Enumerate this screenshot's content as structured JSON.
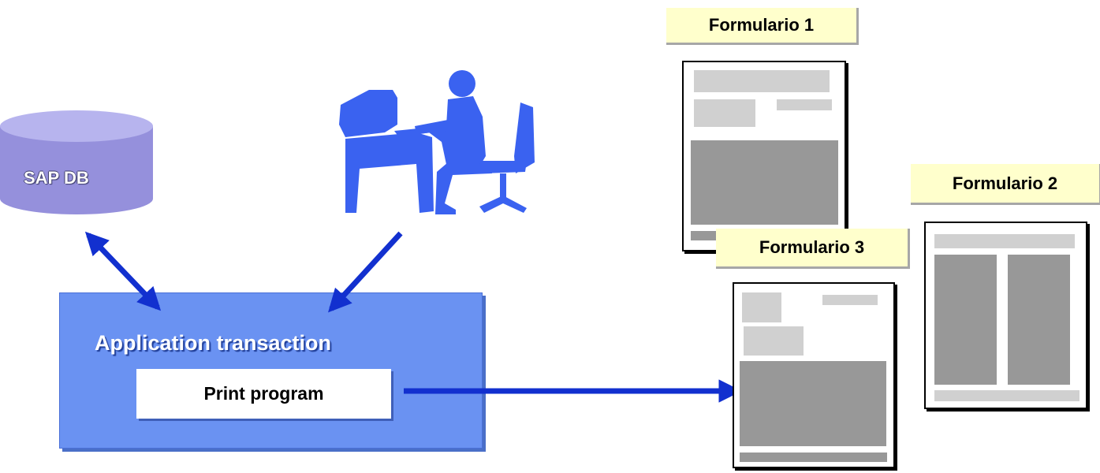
{
  "database": {
    "label": "SAP DB"
  },
  "application": {
    "title": "Application transaction",
    "print_program": "Print program"
  },
  "forms": [
    {
      "label": "Formulario 1"
    },
    {
      "label": "Formulario 2"
    },
    {
      "label": "Formulario 3"
    }
  ],
  "colors": {
    "database": "#9e9be2",
    "application_box": "#6a92f2",
    "person": "#3a62f0",
    "arrow": "#1230cf",
    "form_label_bg": "#ffffcc"
  }
}
